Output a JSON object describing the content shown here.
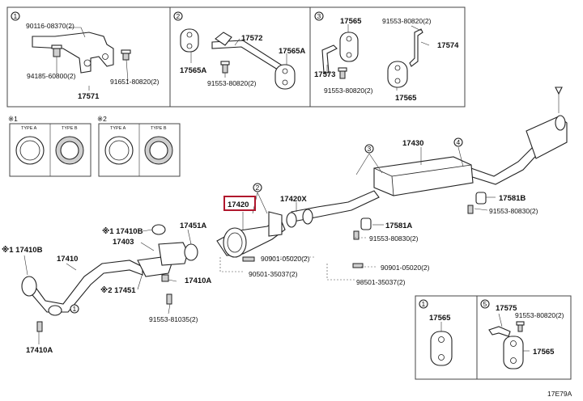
{
  "callouts": {
    "c1": "1",
    "c2": "2",
    "c3": "3",
    "c4": "4",
    "c5": "5"
  },
  "box1": {
    "p1": "90116-08370(2)",
    "p2": "94185-60800(2)",
    "p3": "91651-80820(2)",
    "p4": "17571"
  },
  "box2": {
    "p1": "17572",
    "p2": "17565A",
    "p3": "17565A",
    "p4": "91553-80820(2)"
  },
  "box3": {
    "p1": "17565",
    "p2": "91553-80820(2)",
    "p3": "17574",
    "p4": "17573",
    "p5": "91553-80820(2)",
    "p6": "17565"
  },
  "types": {
    "note1": "※1",
    "note2": "※2",
    "type_a": "TYPE A",
    "type_b": "TYPE B"
  },
  "main": {
    "p17430": "17430",
    "p17420": "17420",
    "p17420x": "17420X",
    "p17451a": "17451A",
    "p17410b_top": "※1 17410B",
    "p17403": "17403",
    "p17410b_left": "※1 17410B",
    "p17410": "17410",
    "p17451": "※2 17451",
    "p17410a_mid": "17410A",
    "p17410a_bot": "17410A",
    "p91553_81035": "91553-81035(2)",
    "p90901_05020_a": "90901-05020(2)",
    "p90501_35037_a": "90501-35037(2)",
    "p90901_05020_b": "90901-05020(2)",
    "p98501_35037": "98501-35037(2)",
    "p17581b": "17581B",
    "p91553_80830_a": "91553-80830(2)",
    "p17581a": "17581A",
    "p91553_80830_b": "91553-80830(2)"
  },
  "box4": {
    "p1": "17565"
  },
  "box5": {
    "p1": "17575",
    "p2": "91553-80820(2)",
    "p3": "17565"
  },
  "footer": {
    "code": "17E79A"
  }
}
